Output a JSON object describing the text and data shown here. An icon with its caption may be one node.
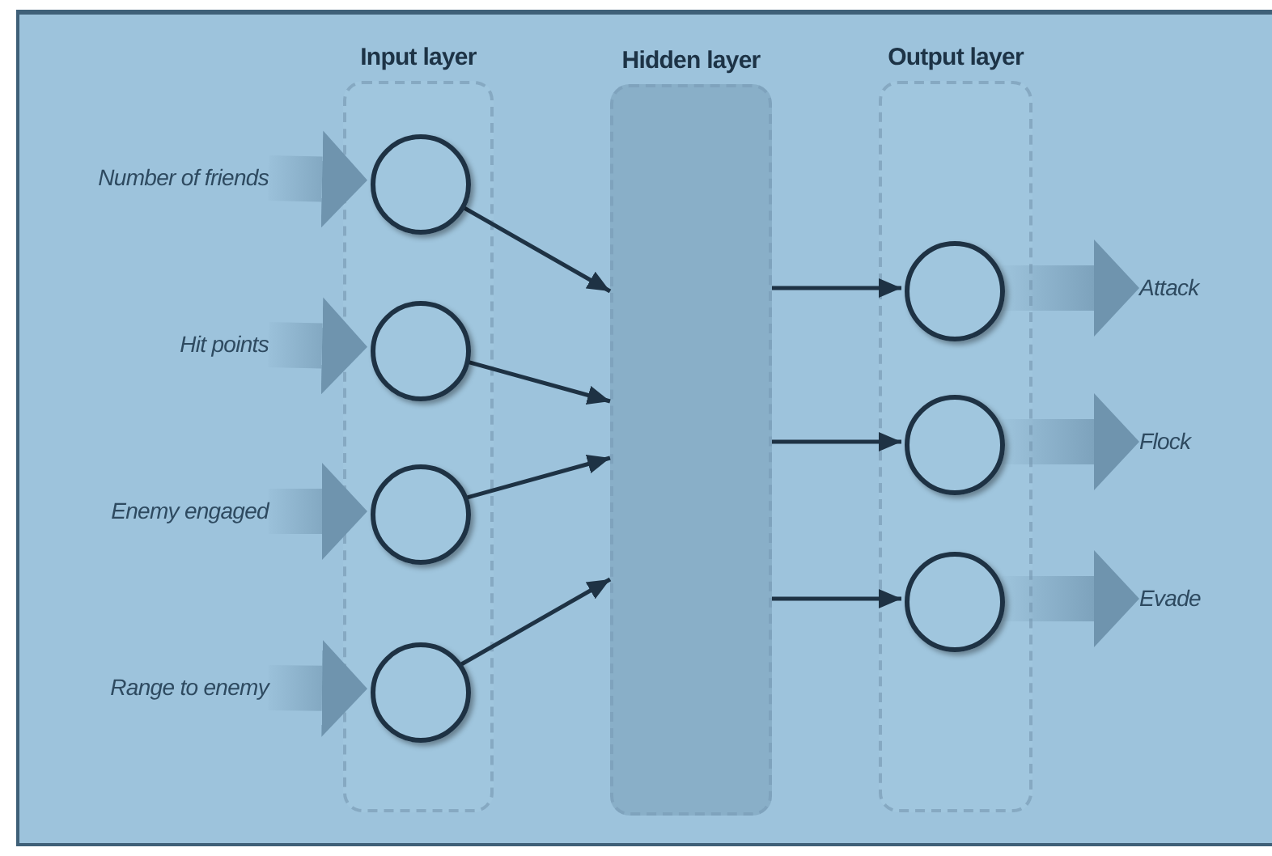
{
  "diagram": {
    "nodes": [
      {
        "text": [
          "Input layer"
        ]
      },
      {
        "text": [],
        "shape": "circle",
        "in": 0
      },
      {
        "text": [],
        "shape": "circle",
        "in": 0
      },
      {
        "text": [],
        "shape": "circle",
        "in": 0
      },
      {
        "text": [],
        "shape": "circle",
        "in": 0
      },
      {
        "text": [
          "Hidden layer"
        ]
      },
      {
        "text": [
          "Output layer"
        ]
      },
      {
        "text": [],
        "shape": "circle",
        "in": 6
      },
      {
        "text": [],
        "shape": "circle",
        "in": 6
      },
      {
        "text": [],
        "shape": "circle",
        "in": 6
      },
      {
        "text": [
          "Number of friends"
        ]
      },
      {
        "text": [
          "Hit points"
        ]
      },
      {
        "text": [
          "Enemy engaged"
        ]
      },
      {
        "text": [
          "Range to enemy"
        ]
      },
      {
        "text": [
          "Attack"
        ]
      },
      {
        "text": [
          "Flock"
        ]
      },
      {
        "text": [
          "Evade"
        ]
      }
    ],
    "edges": [
      {
        "from": 10,
        "to": 1,
        "arrow": "to",
        "style": "thick"
      },
      {
        "from": 11,
        "to": 2,
        "arrow": "to",
        "style": "thick"
      },
      {
        "from": 12,
        "to": 3,
        "arrow": "to",
        "style": "thick"
      },
      {
        "from": 13,
        "to": 4,
        "arrow": "to",
        "style": "thick"
      },
      {
        "from": 1,
        "to": 5,
        "arrow": "to"
      },
      {
        "from": 2,
        "to": 5,
        "arrow": "to"
      },
      {
        "from": 3,
        "to": 5,
        "arrow": "to"
      },
      {
        "from": 4,
        "to": 5,
        "arrow": "to"
      },
      {
        "from": 5,
        "to": 7,
        "arrow": "to"
      },
      {
        "from": 5,
        "to": 8,
        "arrow": "to"
      },
      {
        "from": 5,
        "to": 9,
        "arrow": "to"
      },
      {
        "from": 7,
        "to": 14,
        "arrow": "to",
        "style": "thick"
      },
      {
        "from": 8,
        "to": 15,
        "arrow": "to",
        "style": "thick"
      },
      {
        "from": 9,
        "to": 16,
        "arrow": "to",
        "style": "thick"
      }
    ]
  }
}
